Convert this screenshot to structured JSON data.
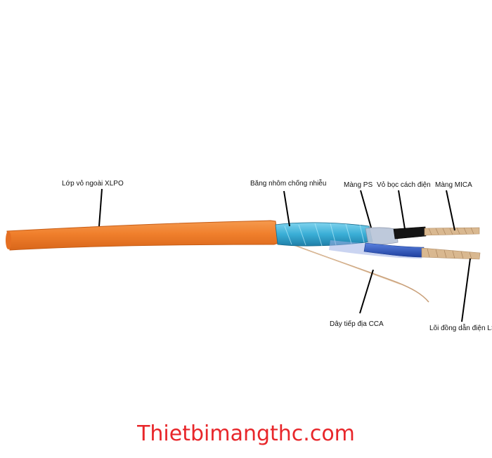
{
  "labels": {
    "outer_sheath": "Lớp vỏ ngoài XLPO",
    "aluminum_shield": "Băng nhôm chống nhiễu",
    "ps_film": "Màng PS",
    "insulation": "Vỏ bọc cách điện",
    "mica_film": "Màng MICA",
    "drain_wire": "Dây tiếp địa CCA",
    "copper_core": "Lõi đồng dẫn điện LSZH"
  },
  "brand": "Thietbimangthc.com",
  "colors": {
    "sheath": "#f07f2c",
    "shield": "#3aaed6",
    "ps_film": "#b8c4d8",
    "insulation_black": "#151515",
    "insulation_blue": "#2e57c4",
    "copper": "#d9b890",
    "brand": "#e8262a"
  }
}
